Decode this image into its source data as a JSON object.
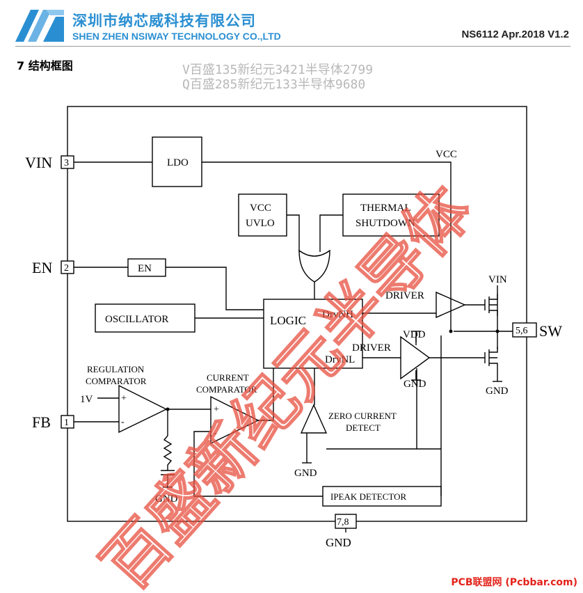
{
  "header": {
    "company_cn": "深圳市纳芯威科技有限公司",
    "company_en": "SHEN ZHEN NSIWAY TECHNOLOGY CO.,LTD",
    "doc_id": "NS6112 Apr.2018 V1.2"
  },
  "section_title": "7  结构框图",
  "watermark_top": [
    "V百盛135新纪元3421半导体2799",
    "Q百盛285新纪元133半导体9680"
  ],
  "watermark_diagonal": "百盛新纪元半导体",
  "diagram": {
    "pins": {
      "vin": {
        "name": "VIN",
        "num": "3"
      },
      "en": {
        "name": "EN",
        "num": "2"
      },
      "fb": {
        "name": "FB",
        "num": "1"
      },
      "sw": {
        "name": "SW",
        "num": "5,6"
      },
      "gnd": {
        "name": "GND",
        "num": "7,8"
      }
    },
    "blocks": {
      "ldo": "LDO",
      "vcc_uvlo": [
        "VCC",
        "UVLO"
      ],
      "thermal": [
        "THERMAL",
        "SHUTDOWN"
      ],
      "en_buf": "EN",
      "oscillator": "OSCILLATOR",
      "logic": "LOGIC",
      "drvnh": "DrvNH",
      "drvnl": "DrvNL",
      "ipeak": "IPEAK DETECTOR"
    },
    "labels": {
      "vcc": "VCC",
      "vin_fet": "VIN",
      "driver_high": "DRIVER",
      "driver_low": "DRIVER",
      "vdd": "VDD",
      "gnd_driver": "GND",
      "gnd_fet": "GND",
      "reg_comp": [
        "REGULATION",
        "COMPARATOR"
      ],
      "ref_1v": "1V",
      "cur_comp": [
        "CURRENT",
        "COMPARATOR"
      ],
      "zero_cur": [
        "ZERO CURRENT",
        "DETECT"
      ],
      "gnd_zero": "GND",
      "gnd_rc": "GND",
      "plus": "+",
      "minus": "-"
    }
  },
  "footer": "PCB联盟网 (Pcbbar.com)"
}
